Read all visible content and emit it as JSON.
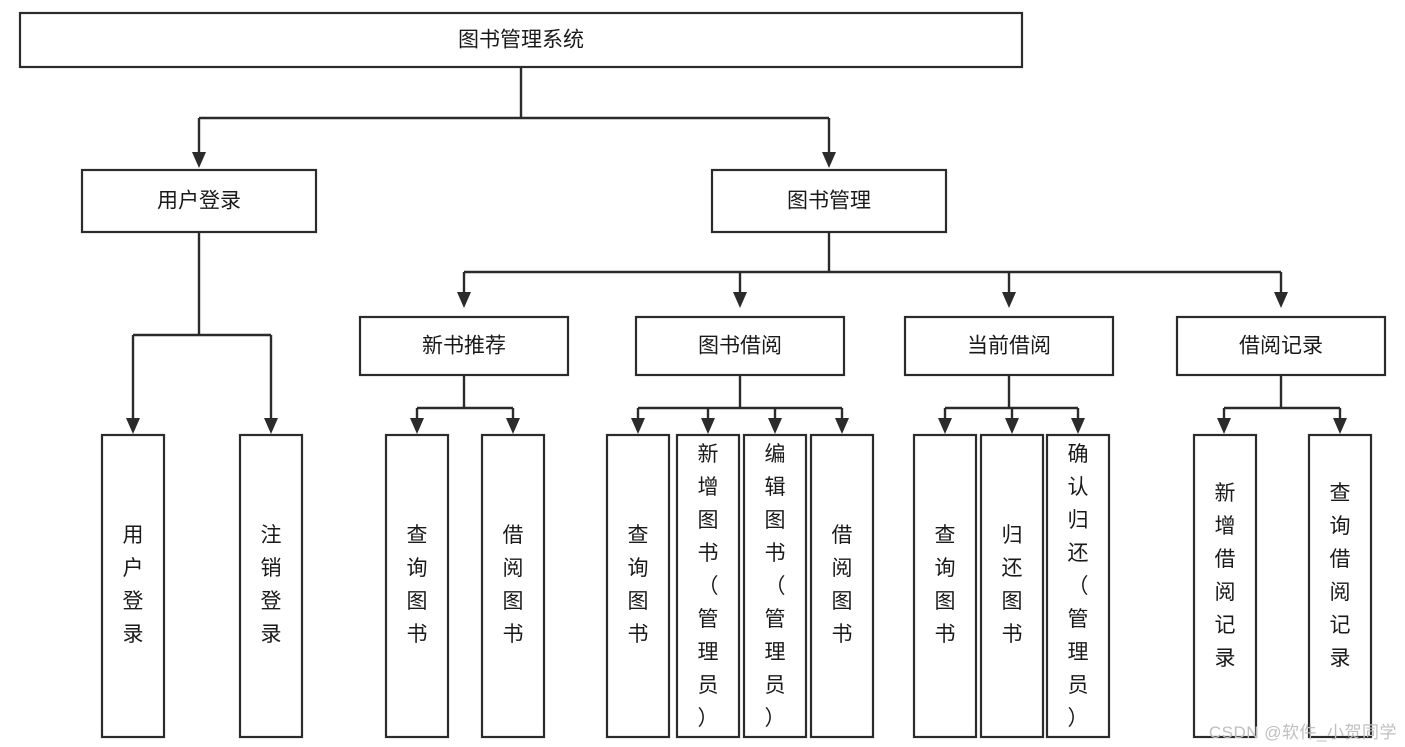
{
  "diagram": {
    "type": "tree",
    "title": "图书管理系统",
    "watermark": "CSDN @软件_小贺同学",
    "colors": {
      "box_stroke": "#2b2b2b",
      "box_fill": "#ffffff",
      "connector": "#2b2b2b",
      "text": "#1a1a1a",
      "watermark": "#bfbfbf",
      "background": "#ffffff"
    },
    "nodes": {
      "root": {
        "label": "图书管理系统"
      },
      "level1": [
        {
          "id": "user-login",
          "label": "用户登录"
        },
        {
          "id": "book-management",
          "label": "图书管理"
        }
      ],
      "level2": [
        {
          "id": "new-book-recommend",
          "label": "新书推荐",
          "parent": "book-management"
        },
        {
          "id": "book-borrow",
          "label": "图书借阅",
          "parent": "book-management"
        },
        {
          "id": "current-borrow",
          "label": "当前借阅",
          "parent": "book-management"
        },
        {
          "id": "borrow-record",
          "label": "借阅记录",
          "parent": "book-management"
        }
      ],
      "leaves": [
        {
          "id": "leaf-user-login",
          "label": "用户登录",
          "parent": "user-login"
        },
        {
          "id": "leaf-logout",
          "label": "注销登录",
          "parent": "user-login"
        },
        {
          "id": "leaf-query-book-1",
          "label": "查询图书",
          "parent": "new-book-recommend"
        },
        {
          "id": "leaf-borrow-book-1",
          "label": "借阅图书",
          "parent": "new-book-recommend"
        },
        {
          "id": "leaf-query-book-2",
          "label": "查询图书",
          "parent": "book-borrow"
        },
        {
          "id": "leaf-add-book",
          "label": "新增图书（管理员）",
          "parent": "book-borrow"
        },
        {
          "id": "leaf-edit-book",
          "label": "编辑图书（管理员）",
          "parent": "book-borrow"
        },
        {
          "id": "leaf-borrow-book-2",
          "label": "借阅图书",
          "parent": "book-borrow"
        },
        {
          "id": "leaf-query-book-3",
          "label": "查询图书",
          "parent": "current-borrow"
        },
        {
          "id": "leaf-return-book",
          "label": "归还图书",
          "parent": "current-borrow"
        },
        {
          "id": "leaf-confirm-return",
          "label": "确认归还（管理员）",
          "parent": "current-borrow"
        },
        {
          "id": "leaf-add-record",
          "label": "新增借阅记录",
          "parent": "borrow-record"
        },
        {
          "id": "leaf-query-record",
          "label": "查询借阅记录",
          "parent": "borrow-record"
        }
      ]
    }
  }
}
